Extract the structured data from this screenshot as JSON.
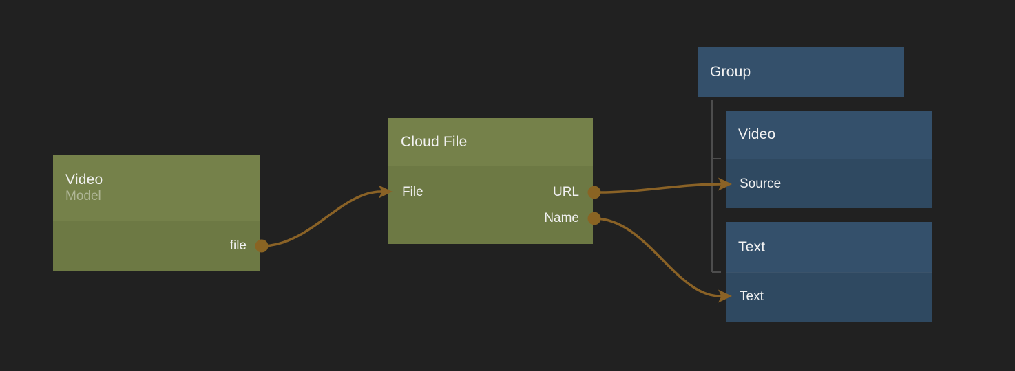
{
  "editor": {
    "kind": "node-graph-canvas",
    "background_color": "#212121"
  },
  "colors": {
    "green_node_header": "#75814A",
    "green_node_body": "#6D7944",
    "blue_node_header": "#34506B",
    "blue_node_body": "#2F4961",
    "edge": "#8A6226",
    "port": "#8A6423",
    "group_tree_line": "#4D4D4D",
    "title_text": "#F2F2F2",
    "subtitle_text": "rgba(255,255,255,0.42)"
  },
  "nodes": {
    "video_model": {
      "title": "Video",
      "subtitle": "Model",
      "outputs": [
        "file"
      ]
    },
    "cloud_file": {
      "title": "Cloud File",
      "inputs": [
        "File"
      ],
      "outputs": [
        "URL",
        "Name"
      ]
    },
    "group": {
      "title": "Group",
      "children": [
        "Video",
        "Text"
      ]
    },
    "group_video": {
      "title": "Video",
      "inputs": [
        "Source"
      ]
    },
    "group_text": {
      "title": "Text",
      "inputs": [
        "Text"
      ]
    }
  },
  "edges": [
    {
      "from": "Video (Model).file",
      "to": "Cloud File.File"
    },
    {
      "from": "Cloud File.URL",
      "to": "Group/Video.Source"
    },
    {
      "from": "Cloud File.Name",
      "to": "Group/Text.Text"
    }
  ]
}
